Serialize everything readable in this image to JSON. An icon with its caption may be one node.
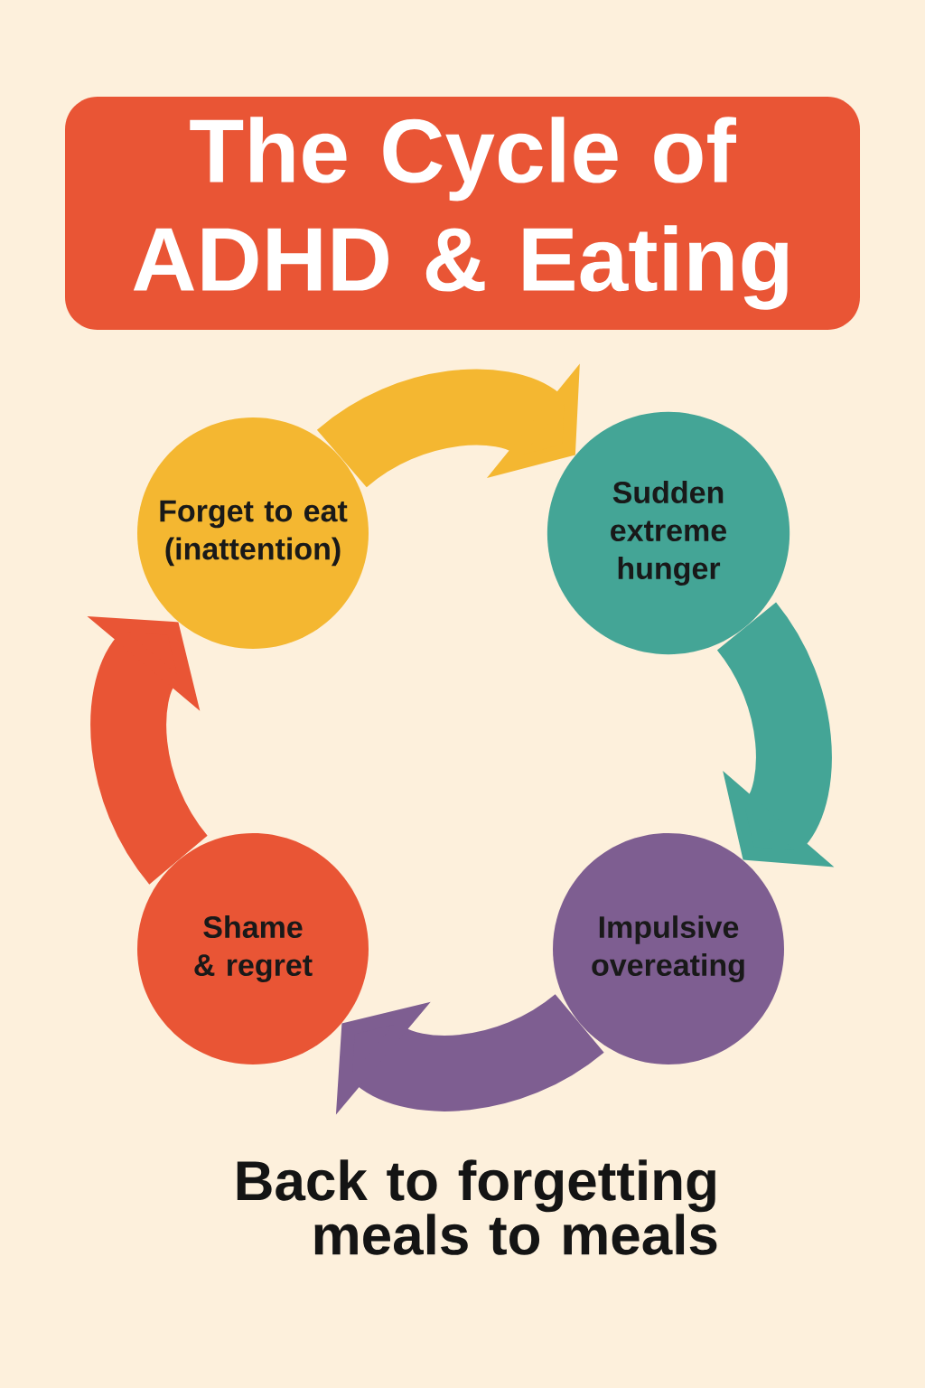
{
  "diagram": {
    "title": "The Cycle of ADHD & Eating",
    "nodes": [
      {
        "text": [
          "Forget to eat (inattention)"
        ]
      },
      {
        "text": [
          "Sudden extreme hunger"
        ]
      },
      {
        "text": [
          "Impulsive overeating"
        ]
      },
      {
        "text": [
          "Shame & regret"
        ]
      }
    ],
    "edges": [
      {
        "from": 0,
        "to": 1,
        "arrow": "to",
        "color": "#f4b731"
      },
      {
        "from": 1,
        "to": 2,
        "arrow": "to",
        "color": "#44a596"
      },
      {
        "from": 2,
        "to": 3,
        "arrow": "to",
        "color": "#7e5e91"
      },
      {
        "from": 3,
        "to": 0,
        "arrow": "to",
        "color": "#e95535"
      }
    ],
    "labels": [
      "Back to forgetting meals to meals"
    ]
  }
}
